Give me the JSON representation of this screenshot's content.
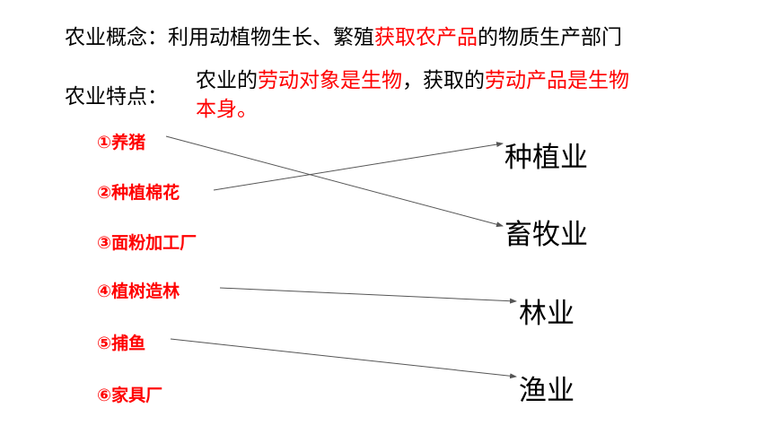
{
  "concept": {
    "label": "农业概念：",
    "text_before": "利用动植物生长、繁殖",
    "text_red": "获取农产品",
    "text_after": "的物质生产部门"
  },
  "feature": {
    "label": "农业特点：",
    "part1": "农业的",
    "part2_red": "劳动对象是生物",
    "part3": "，获取的",
    "part4_red": "劳动产品是生物",
    "part5_red": "本身。"
  },
  "items": [
    "①养猪",
    "②种植棉花",
    "③面粉加工厂",
    "④植树造林",
    "⑤捕鱼",
    "⑥家具厂"
  ],
  "categories": [
    "种植业",
    "畜牧业",
    "林业",
    "渔业"
  ],
  "colors": {
    "highlight": "#ff0000",
    "text": "#000000",
    "arrow": "#555555"
  }
}
